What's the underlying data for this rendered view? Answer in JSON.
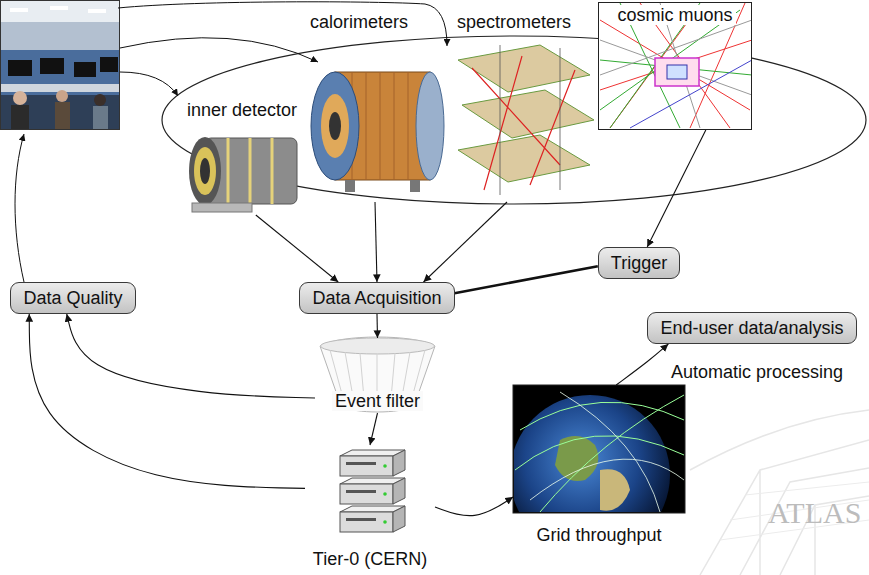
{
  "diagram": {
    "nodes": [
      {
        "text": [
          "inner detector"
        ]
      },
      {
        "text": [
          "calorimeters"
        ]
      },
      {
        "text": [
          "spectrometers"
        ]
      },
      {
        "text": [
          "cosmic muons"
        ]
      },
      {
        "text": [
          "Trigger"
        ]
      },
      {
        "text": [
          "Data Quality"
        ]
      },
      {
        "text": [
          "Data Acquisition"
        ]
      },
      {
        "text": [
          "End-user data/analysis"
        ]
      },
      {
        "text": [
          "Event filter"
        ]
      },
      {
        "text": [
          "Tier-0 (CERN)"
        ]
      },
      {
        "text": [
          "Grid throughput"
        ]
      }
    ],
    "edges": [
      {
        "from": 0,
        "to": 6,
        "arrow": "to"
      },
      {
        "from": 1,
        "to": 6,
        "arrow": "to"
      },
      {
        "from": 2,
        "to": 6,
        "arrow": "to"
      },
      {
        "from": 3,
        "to": 4,
        "arrow": "to"
      },
      {
        "from": 4,
        "to": 6,
        "arrow": "none"
      },
      {
        "from": 6,
        "to": 8,
        "arrow": "to"
      },
      {
        "from": 8,
        "to": 5,
        "arrow": "to"
      },
      {
        "from": 8,
        "to": 9,
        "arrow": "to"
      },
      {
        "from": 9,
        "to": 5,
        "arrow": "to"
      },
      {
        "from": 9,
        "to": 10,
        "arrow": "to"
      },
      {
        "from": 10,
        "to": 7,
        "label": "Automatic processing",
        "arrow": "to"
      }
    ],
    "labels": [
      "ATLAS"
    ]
  }
}
